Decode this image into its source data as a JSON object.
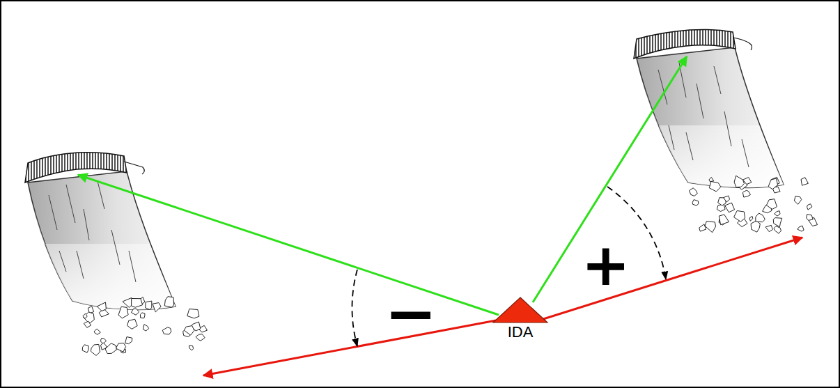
{
  "diagram": {
    "nodes": [
      {
        "text": [
          "IDA"
        ]
      }
    ],
    "labels": [
      "−",
      "+"
    ]
  }
}
